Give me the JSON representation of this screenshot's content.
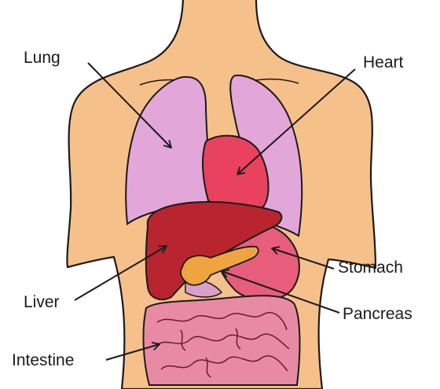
{
  "labels": {
    "lung": "Lung",
    "heart": "Heart",
    "stomach": "Stomach",
    "liver": "Liver",
    "pancreas": "Pancreas",
    "intestine": "Intestine"
  },
  "colors": {
    "skin": "#f6c08a",
    "lung": "#e2a7d8",
    "heart": "#e8425f",
    "liver": "#b8252f",
    "stomach": "#e85d7c",
    "pancreas": "#f0a440",
    "intestine": "#e98aa4",
    "outline": "#1a1a1a"
  }
}
